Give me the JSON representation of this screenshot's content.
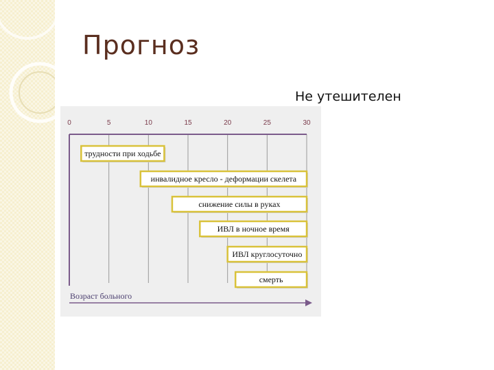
{
  "slide": {
    "title": "Прогноз",
    "subtitle": "Не утешителен"
  },
  "colors": {
    "accent": "#5a2e1f",
    "axis": "#7a5a8a",
    "bar_border": "#d9c23a",
    "bar_fill": "#ffffff"
  },
  "chart_data": {
    "type": "bar",
    "x_ticks": [
      "0",
      "5",
      "10",
      "15",
      "20",
      "25",
      "30"
    ],
    "xlim": [
      0,
      30
    ],
    "xlabel": "Возраст больного",
    "grid": true,
    "bars": [
      {
        "label": "трудности при ходьбе",
        "start": 1.5,
        "end": 12
      },
      {
        "label": "инвалидное кресло - деформации скелета",
        "start": 9,
        "end": 30
      },
      {
        "label": "снижение силы в руках",
        "start": 13,
        "end": 30
      },
      {
        "label": "ИВЛ в ночное время",
        "start": 16.5,
        "end": 30
      },
      {
        "label": "ИВЛ круглосуточно",
        "start": 20,
        "end": 30
      },
      {
        "label": "смерть",
        "start": 21,
        "end": 30
      }
    ]
  }
}
